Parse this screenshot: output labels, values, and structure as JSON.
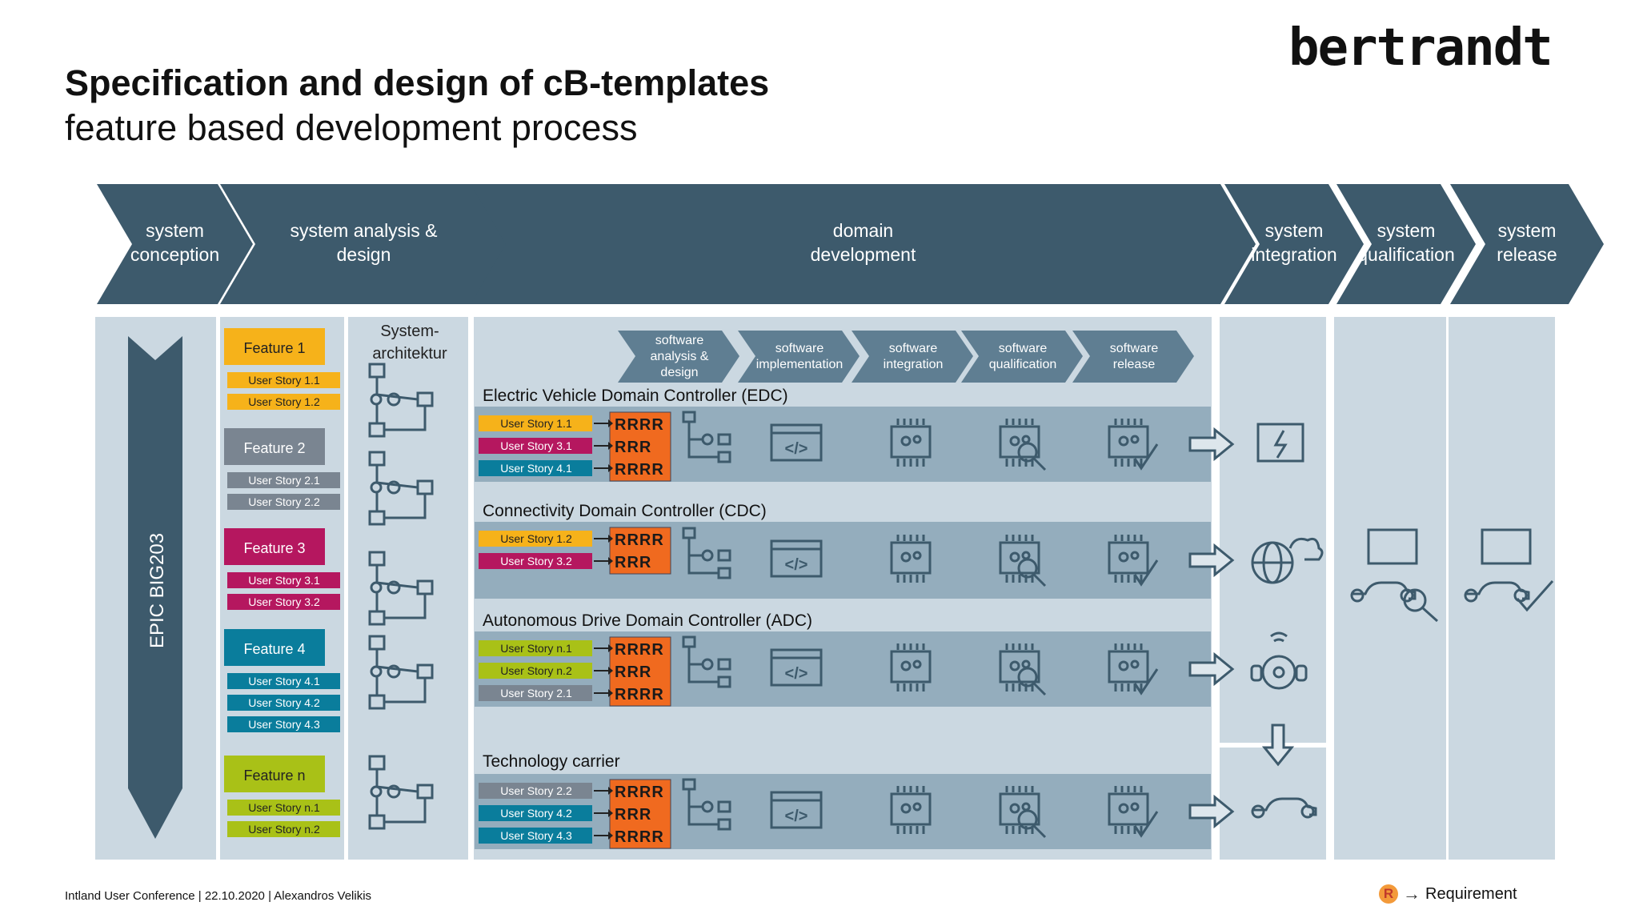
{
  "header": {
    "title": "Specification and design of cB-templates",
    "subtitle": "feature based development process",
    "logo": "bertrandt"
  },
  "phases": [
    {
      "line1": "system",
      "line2": "conception"
    },
    {
      "line1": "system analysis &",
      "line2": "design"
    },
    {
      "line1": "domain",
      "line2": "development"
    },
    {
      "line1": "system",
      "line2": "integration"
    },
    {
      "line1": "system",
      "line2": "qualification"
    },
    {
      "line1": "system",
      "line2": "release"
    }
  ],
  "epic": "EPIC BIG203",
  "features": [
    {
      "label": "Feature 1",
      "color": "#f6b21a",
      "stories": [
        "User Story 1.1",
        "User Story 1.2"
      ]
    },
    {
      "label": "Feature 2",
      "color": "#7a8591",
      "stories": [
        "User Story 2.1",
        "User Story 2.2"
      ]
    },
    {
      "label": "Feature 3",
      "color": "#b5175f",
      "stories": [
        "User Story 3.1",
        "User Story 3.2"
      ]
    },
    {
      "label": "Feature 4",
      "color": "#0a7d9c",
      "stories": [
        "User Story 4.1",
        "User Story 4.2",
        "User Story 4.3"
      ]
    },
    {
      "label": "Feature n",
      "color": "#a9c117",
      "stories": [
        "User Story n.1",
        "User Story n.2"
      ]
    }
  ],
  "system_architecture": {
    "line1": "System-",
    "line2": "architektur"
  },
  "sw_phases": [
    [
      "software",
      "analysis &",
      "design"
    ],
    [
      "software",
      "implementation"
    ],
    [
      "software",
      "integration"
    ],
    [
      "software",
      "qualification"
    ],
    [
      "software",
      "release"
    ]
  ],
  "domains": [
    {
      "title": "Electric Vehicle Domain Controller (EDC)",
      "stories": [
        {
          "label": "User Story 1.1",
          "color": "#f6b21a",
          "reqs": "RRRR"
        },
        {
          "label": "User Story 3.1",
          "color": "#b5175f",
          "reqs": "RRR"
        },
        {
          "label": "User Story 4.1",
          "color": "#0a7d9c",
          "reqs": "RRRR"
        }
      ]
    },
    {
      "title": "Connectivity Domain Controller (CDC)",
      "stories": [
        {
          "label": "User Story 1.2",
          "color": "#f6b21a",
          "reqs": "RRRR"
        },
        {
          "label": "User Story 3.2",
          "color": "#b5175f",
          "reqs": "RRR"
        }
      ]
    },
    {
      "title": "Autonomous Drive Domain Controller (ADC)",
      "stories": [
        {
          "label": "User Story n.1",
          "color": "#a9c117",
          "reqs": "RRRR"
        },
        {
          "label": "User Story n.2",
          "color": "#a9c117",
          "reqs": "RRR"
        },
        {
          "label": "User Story 2.1",
          "color": "#7a8591",
          "reqs": "RRRR"
        }
      ]
    },
    {
      "title": "Technology carrier",
      "stories": [
        {
          "label": "User Story 2.2",
          "color": "#7a8591",
          "reqs": "RRRR"
        },
        {
          "label": "User Story 4.2",
          "color": "#0a7d9c",
          "reqs": "RRR"
        },
        {
          "label": "User Story 4.3",
          "color": "#0a7d9c",
          "reqs": "RRRR"
        }
      ]
    }
  ],
  "footer": "Intland User Conference | 22.10.2020 | Alexandros Velikis",
  "legend": {
    "symbol": "R",
    "label": "Requirement"
  },
  "colors": {
    "chevron": "#3d5a6c",
    "panel": "#cbd8e1",
    "band": "#94adbd",
    "req": "#f06a1f",
    "icon": "#3d5a6c"
  }
}
